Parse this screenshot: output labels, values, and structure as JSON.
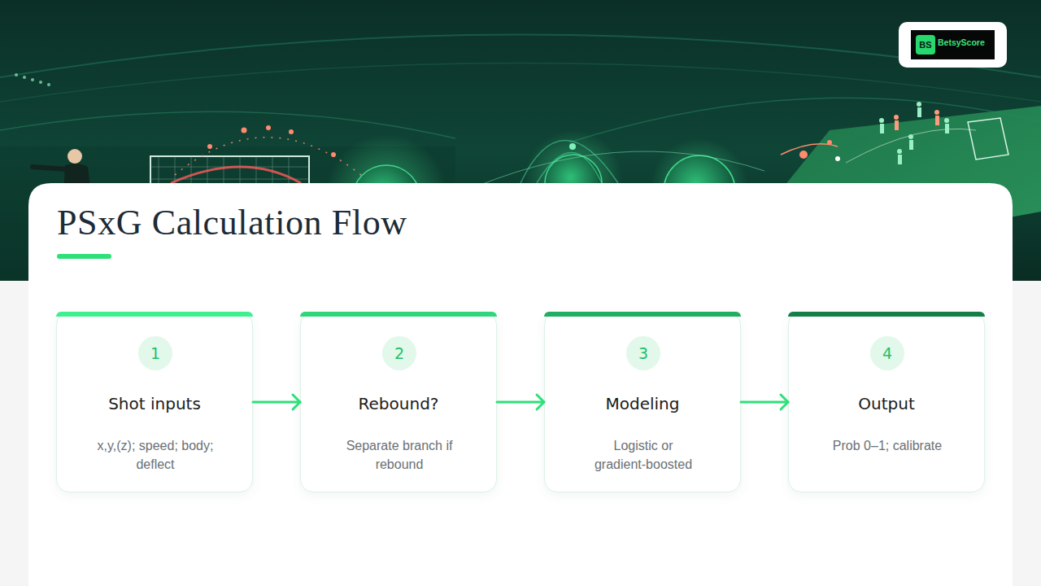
{
  "diagram": {
    "title": "PSxG Calculation Flow",
    "nodes": [
      {
        "text": [
          "BetsyScore"
        ]
      },
      {
        "text": [
          "BS"
        ],
        "in": 0
      },
      {
        "text": [
          "Shot inputs",
          "x,y,(z); speed; body; deflect"
        ]
      },
      {
        "text": [
          "1"
        ],
        "in": 2
      },
      {
        "text": [
          "Rebound?",
          "Separate branch if rebound"
        ]
      },
      {
        "text": [
          "2"
        ],
        "in": 4
      },
      {
        "text": [
          "Modeling",
          "Logistic or gradient-boosted"
        ]
      },
      {
        "text": [
          "3"
        ],
        "in": 6
      },
      {
        "text": [
          "Output",
          "Prob 0–1; calibrate"
        ]
      },
      {
        "text": [
          "4"
        ],
        "in": 8
      }
    ],
    "edges": [
      {
        "from": 2,
        "to": 4,
        "arrow": "to"
      },
      {
        "from": 4,
        "to": 6,
        "arrow": "to"
      },
      {
        "from": 6,
        "to": 8,
        "arrow": "to"
      }
    ]
  }
}
